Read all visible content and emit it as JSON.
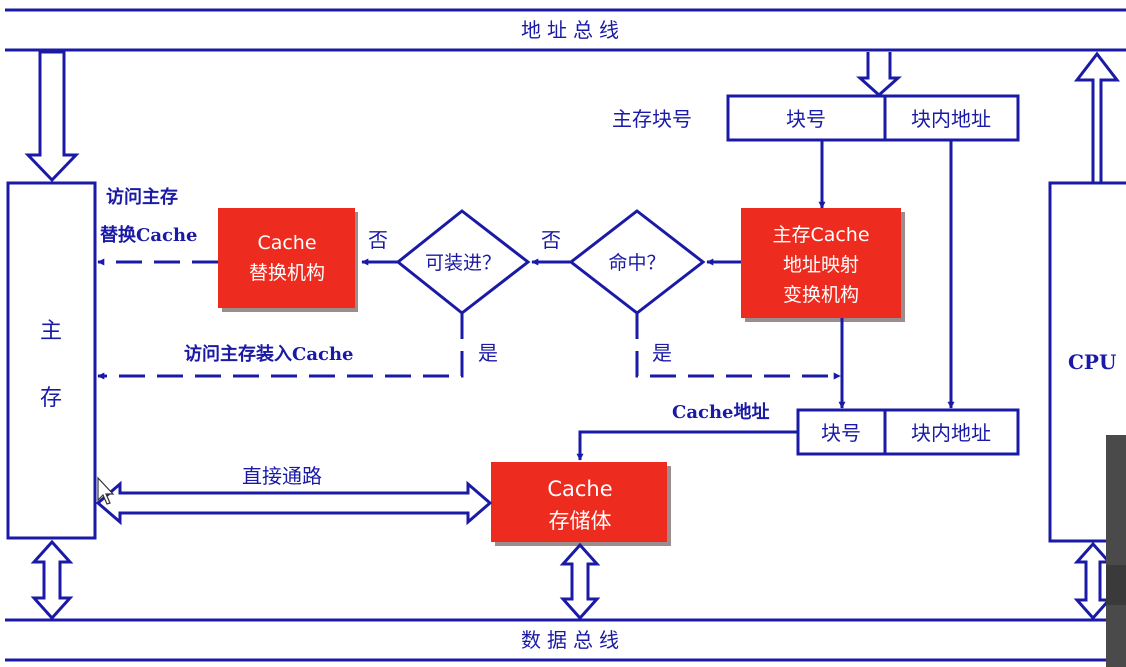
{
  "colors": {
    "line": "#1a1aa6",
    "red_box": "#ee2b1f",
    "photo_edge": "#4a4a4a"
  },
  "buses": {
    "address": "地址总线",
    "data": "数据总线"
  },
  "main_memory": {
    "char1": "主",
    "char2": "存"
  },
  "cpu": {
    "label": "CPU"
  },
  "main_address": {
    "label": "主存块号",
    "block": "块号",
    "offset": "块内地址"
  },
  "mapping_unit": {
    "line1": "主存Cache",
    "line2": "地址映射",
    "line3": "变换机构"
  },
  "hit_decision": {
    "label": "命中？",
    "no": "否",
    "yes": "是"
  },
  "load_decision": {
    "label": "可装进？",
    "no": "否",
    "yes": "是"
  },
  "replace_unit": {
    "line1": "Cache",
    "line2": "替换机构"
  },
  "replace_note": {
    "line1": "访问主存",
    "line2": "替换Cache"
  },
  "load_note": "访问主存装入Cache",
  "cache_address": {
    "label": "Cache地址",
    "block": "块号",
    "offset": "块内地址"
  },
  "direct_path": "直接通路",
  "cache_store": {
    "line1": "Cache",
    "line2": "存储体"
  },
  "icons": [
    "hollow-down-arrow-icon",
    "hollow-up-arrow-icon",
    "double-arrow-icon",
    "arrowhead-icon",
    "cursor-icon"
  ]
}
